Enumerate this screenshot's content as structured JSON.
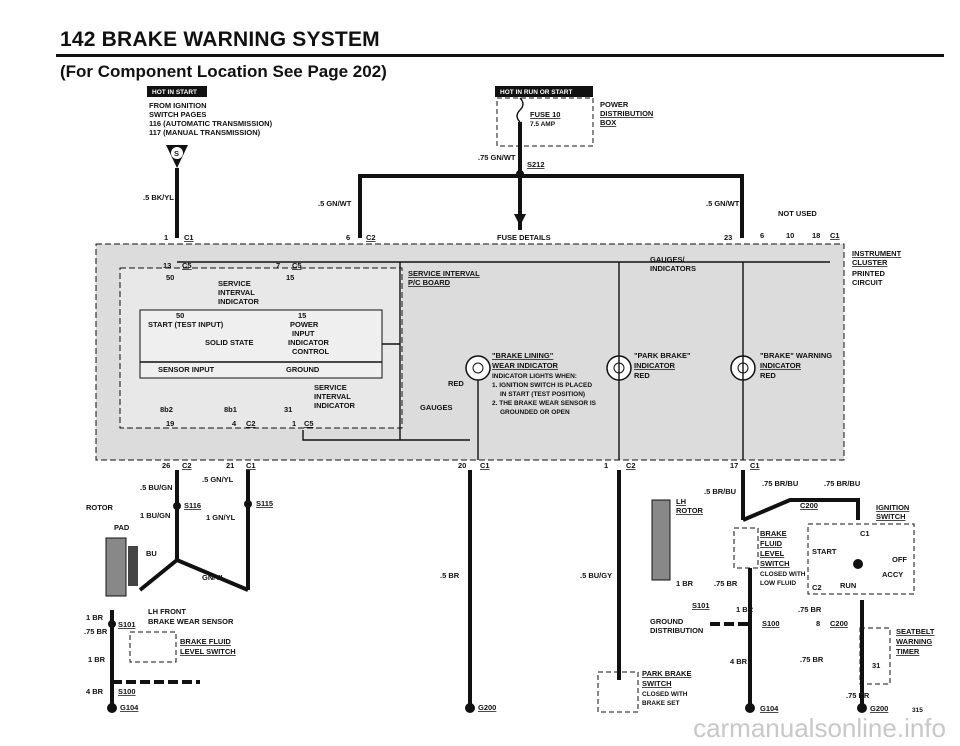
{
  "header": {
    "page_title": "142  BRAKE WARNING SYSTEM",
    "subtitle": "(For Component Location See Page 202)"
  },
  "hot_boxes": {
    "hot_in_start": "HOT IN START",
    "hot_in_run_or_start": "HOT IN RUN OR START"
  },
  "notes": {
    "ignition_1": "FROM IGNITION",
    "ignition_2": "SWITCH PAGES",
    "ignition_3": "116 (AUTOMATIC TRANSMISSION)",
    "ignition_4": "117 (MANUAL TRANSMISSION)"
  },
  "fuse": {
    "fuse_name": "FUSE 10",
    "fuse_amp": "7.5 AMP",
    "dist_1": "POWER",
    "dist_2": "DISTRIBUTION",
    "dist_3": "BOX",
    "details": "FUSE DETAILS"
  },
  "wires": {
    "w_75gnwt": ".75 GN/WT",
    "w_s212": "S212",
    "w_5bkyl": ".5 BK/YL",
    "w_5gnwt_a": ".5 GN/WT",
    "w_5gnwt_b": ".5 GN/WT",
    "w_not_used": "NOT USED",
    "w_5bugn": ".5 BU/GN",
    "w_5gnyl": ".5 GN/YL",
    "w_1bugn": "1 BU/GN",
    "w_1gnyl": "1 GN/YL",
    "w_s116": "S116",
    "w_s115": "S115",
    "w_5br": ".5 BR",
    "w_5bugy": ".5 BU/GY",
    "w_5brbu": ".5 BR/BU",
    "w_75brbu_a": ".75 BR/BU",
    "w_75brbu_b": ".75 BR/BU",
    "w_c200": "C200",
    "w_gnyl": "GN/YL",
    "w_bu": "BU"
  },
  "connectors": {
    "c1_1": "1",
    "c1": "C1",
    "c2_6": "6",
    "c2": "C2",
    "c1_23": "23",
    "c5_13": "13",
    "c5_7": "7",
    "c5": "C5",
    "c6_19": "19",
    "c2_4": "4",
    "c5_1": "1",
    "c2_26": "26",
    "c1_21": "21",
    "c1_20": "20",
    "c2_1": "1",
    "c1_17": "17",
    "c1_6": "6",
    "c1_10": "10",
    "c1_18": "18"
  },
  "cluster": {
    "label_1": "INSTRUMENT",
    "label_2": "CLUSTER",
    "pc_1": "PRINTED",
    "pc_2": "CIRCUIT",
    "gauges_1": "GAUGES/",
    "gauges_2": "INDICATORS",
    "svc_board_1": "SERVICE INTERVAL",
    "svc_board_2": "P/C BOARD",
    "svc_ind_1": "SERVICE",
    "svc_ind_2": "INTERVAL",
    "svc_ind_3": "INDICATOR",
    "pin_50": "50",
    "pin_15": "15",
    "start_input": "START (TEST INPUT)",
    "power_input_1": "POWER",
    "power_input_2": "INPUT",
    "solid_state": "SOLID STATE",
    "ind_ctrl_1": "INDICATOR",
    "ind_ctrl_2": "CONTROL",
    "sensor_input": "SENSOR INPUT",
    "ground": "GROUND",
    "pin_8b2": "8b2",
    "pin_8b1": "8b1",
    "pin_31": "31",
    "gauges": "GAUGES",
    "lining_1": "\"BRAKE LINING\"",
    "lining_2": "WEAR INDICATOR",
    "lining_red": "RED",
    "lining_n1": "INDICATOR LIGHTS WHEN:",
    "lining_n2": "1. IGNITION SWITCH IS PLACED",
    "lining_n3": "IN START (TEST POSITION)",
    "lining_n4": "2. THE BRAKE WEAR SENSOR IS",
    "lining_n5": "GROUNDED OR OPEN",
    "park_1": "\"PARK BRAKE\"",
    "park_2": "INDICATOR",
    "park_red": "RED",
    "warn_1": "\"BRAKE\" WARNING",
    "warn_2": "INDICATOR",
    "warn_red": "RED"
  },
  "components": {
    "rotor": "ROTOR",
    "pad": "PAD",
    "lh_front_1": "LH FRONT",
    "lh_front_2": "BRAKE WEAR SENSOR",
    "brake_fluid_1": "BRAKE FLUID",
    "brake_fluid_2": "LEVEL SWITCH",
    "lh_rotor_1": "LH",
    "lh_rotor_2": "ROTOR",
    "bfl_1": "BRAKE",
    "bfl_2": "FLUID",
    "bfl_3": "LEVEL",
    "bfl_4": "SWITCH",
    "bfl_5": "CLOSED WITH",
    "bfl_6": "LOW FLUID",
    "ign_1": "IGNITION",
    "ign_2": "SWITCH",
    "ign_start": "START",
    "ign_off": "OFF",
    "ign_accy": "ACCY",
    "ign_run": "RUN",
    "ign_c1": "C1",
    "ign_c2": "C2",
    "seatbelt_1": "SEATBELT",
    "seatbelt_2": "WARNING",
    "seatbelt_3": "TIMER",
    "seatbelt_pin": "31",
    "park_sw_1": "PARK BRAKE",
    "park_sw_2": "SWITCH",
    "park_sw_3": "CLOSED WITH",
    "park_sw_4": "BRAKE SET",
    "gnd_dist_1": "GROUND",
    "gnd_dist_2": "DISTRIBUTION"
  },
  "grounds": {
    "g_1br_a": "1 BR",
    "g_75br_a": ".75 BR",
    "g_1br_b": "1 BR",
    "g_4br_a": "4 BR",
    "g_s101": "S101",
    "g_s100": "S100",
    "g_g104": "G104",
    "g_g200": "G200",
    "g_1br_c": "1 BR",
    "g_75br_b": ".75 BR",
    "g_s101_b": "S101",
    "g_1br_d": "1 BR",
    "g_s100_b": "S100",
    "g_4br_b": "4 BR",
    "g_g104_b": "G104",
    "g_75br_c": ".75 BR",
    "g_8": "8",
    "g_c200": "C200",
    "g_75br_d": ".75 BR",
    "g_75br_e": ".75 BR",
    "g_g200_b": "G200"
  },
  "footer": {
    "page_no": "315",
    "watermark": "carmanualsonline.info"
  }
}
